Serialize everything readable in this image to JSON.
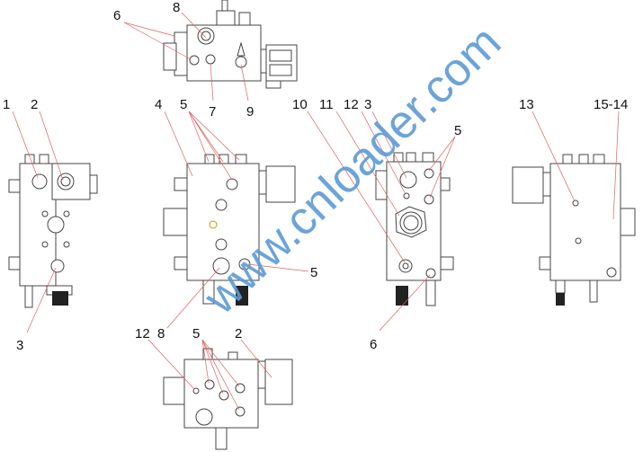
{
  "labels": {
    "top": [
      "6",
      "8",
      "7",
      "9"
    ],
    "left": [
      "1",
      "2",
      "3"
    ],
    "middle": [
      "4",
      "5",
      "5",
      "8"
    ],
    "right_middle": [
      "10",
      "11",
      "12",
      "3",
      "5",
      "6"
    ],
    "far_right": [
      "13",
      "15-14"
    ],
    "bottom": [
      "12",
      "5",
      "2"
    ]
  },
  "watermark": "www.cnloader.com",
  "colors": {
    "leader": "#e06060",
    "watermark": "#5b9bd5",
    "line": "#444444"
  }
}
